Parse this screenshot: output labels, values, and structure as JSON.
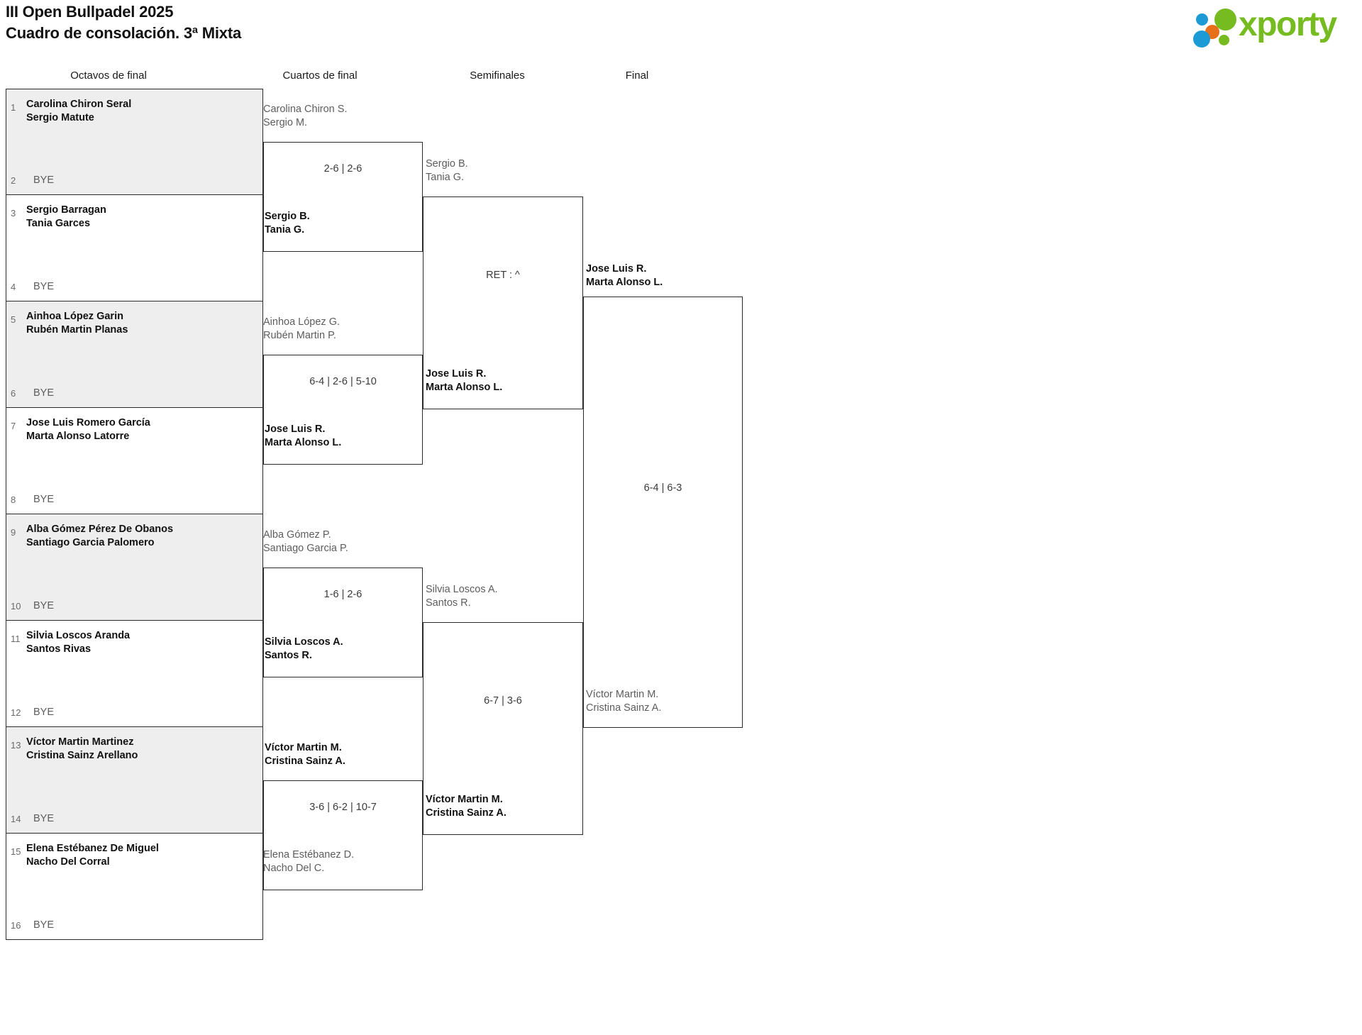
{
  "header": {
    "title_line1": "III Open Bullpadel 2025",
    "title_line2": "Cuadro de consolación. 3ª Mixta",
    "logo_text": "xporty",
    "logo_colors": {
      "blue": "#1b9ad6",
      "orange": "#e8701a",
      "green": "#76bc21"
    }
  },
  "rounds": [
    {
      "label": "Octavos de final"
    },
    {
      "label": "Cuartos de final"
    },
    {
      "label": "Semifinales"
    },
    {
      "label": "Final"
    }
  ],
  "round1": {
    "slots": [
      {
        "seed": "1",
        "line1": "Carolina Chiron Seral",
        "line2": "Sergio Matute"
      },
      {
        "seed": "2",
        "bye": "BYE"
      },
      {
        "seed": "3",
        "line1": "Sergio Barragan",
        "line2": "Tania Garces"
      },
      {
        "seed": "4",
        "bye": "BYE"
      },
      {
        "seed": "5",
        "line1": "Ainhoa López Garin",
        "line2": "Rubén Martin Planas"
      },
      {
        "seed": "6",
        "bye": "BYE"
      },
      {
        "seed": "7",
        "line1": "Jose Luis Romero García",
        "line2": "Marta Alonso Latorre"
      },
      {
        "seed": "8",
        "bye": "BYE"
      },
      {
        "seed": "9",
        "line1": "Alba Gómez Pérez De Obanos",
        "line2": "Santiago Garcia Palomero"
      },
      {
        "seed": "10",
        "bye": "BYE"
      },
      {
        "seed": "11",
        "line1": "Silvia Loscos Aranda",
        "line2": "Santos Rivas"
      },
      {
        "seed": "12",
        "bye": "BYE"
      },
      {
        "seed": "13",
        "line1": "Víctor Martin Martinez",
        "line2": "Cristina Sainz Arellano"
      },
      {
        "seed": "14",
        "bye": "BYE"
      },
      {
        "seed": "15",
        "line1": "Elena Estébanez De Miguel",
        "line2": "Nacho Del Corral"
      },
      {
        "seed": "16",
        "bye": "BYE"
      }
    ]
  },
  "quarterfinals": [
    {
      "top": {
        "line1": "Carolina Chiron S.",
        "line2": "Sergio M.",
        "result": "loser"
      },
      "bottom": {
        "line1": "Sergio B.",
        "line2": "Tania G.",
        "result": "winner"
      },
      "score": "2-6 | 2-6"
    },
    {
      "top": {
        "line1": "Ainhoa López G.",
        "line2": "Rubén Martin P.",
        "result": "loser"
      },
      "bottom": {
        "line1": "Jose Luis R.",
        "line2": "Marta Alonso L.",
        "result": "winner"
      },
      "score": "6-4 | 2-6 | 5-10"
    },
    {
      "top": {
        "line1": "Alba Gómez P.",
        "line2": "Santiago Garcia P.",
        "result": "loser"
      },
      "bottom": {
        "line1": "Silvia Loscos A.",
        "line2": "Santos R.",
        "result": "winner"
      },
      "score": "1-6 | 2-6"
    },
    {
      "top": {
        "line1": "Víctor Martin M.",
        "line2": "Cristina Sainz A.",
        "result": "winner"
      },
      "bottom": {
        "line1": "Elena Estébanez D.",
        "line2": "Nacho Del C.",
        "result": "loser"
      },
      "score": "3-6 | 6-2 | 10-7"
    }
  ],
  "semifinals": [
    {
      "top": {
        "line1": "Sergio B.",
        "line2": "Tania G.",
        "result": "loser"
      },
      "bottom": {
        "line1": "Jose Luis R.",
        "line2": "Marta Alonso L.",
        "result": "winner"
      },
      "score": "RET : ^"
    },
    {
      "top": {
        "line1": "Silvia Loscos A.",
        "line2": "Santos R.",
        "result": "loser"
      },
      "bottom": {
        "line1": "Víctor Martin M.",
        "line2": "Cristina Sainz A.",
        "result": "winner"
      },
      "score": "6-7 | 3-6"
    }
  ],
  "final": {
    "top": {
      "line1": "Jose Luis R.",
      "line2": "Marta Alonso L.",
      "result": "winner"
    },
    "bottom": {
      "line1": "Víctor Martin M.",
      "line2": "Cristina Sainz A.",
      "result": "loser"
    },
    "score": "6-4 | 6-3"
  }
}
